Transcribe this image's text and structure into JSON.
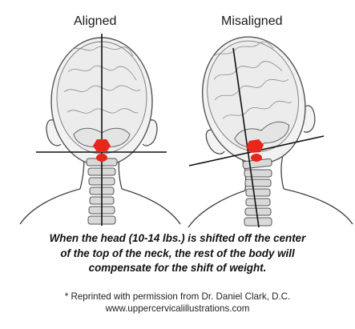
{
  "labels": {
    "aligned": "Aligned",
    "misaligned": "Misaligned"
  },
  "caption": {
    "line1": "When the head (10-14 lbs.) is shifted off the center",
    "line2": "of the top of the neck, the rest of the body will",
    "line3": "compensate for the shift of weight."
  },
  "credit": {
    "line1": "* Reprinted with permission from Dr. Daniel Clark, D.C.",
    "line2": "www.uppercervicalillustrations.com"
  },
  "colors": {
    "marker": "#e8261c",
    "line": "#111111",
    "sketch": "#444444",
    "bone": "#d9d9d9"
  }
}
